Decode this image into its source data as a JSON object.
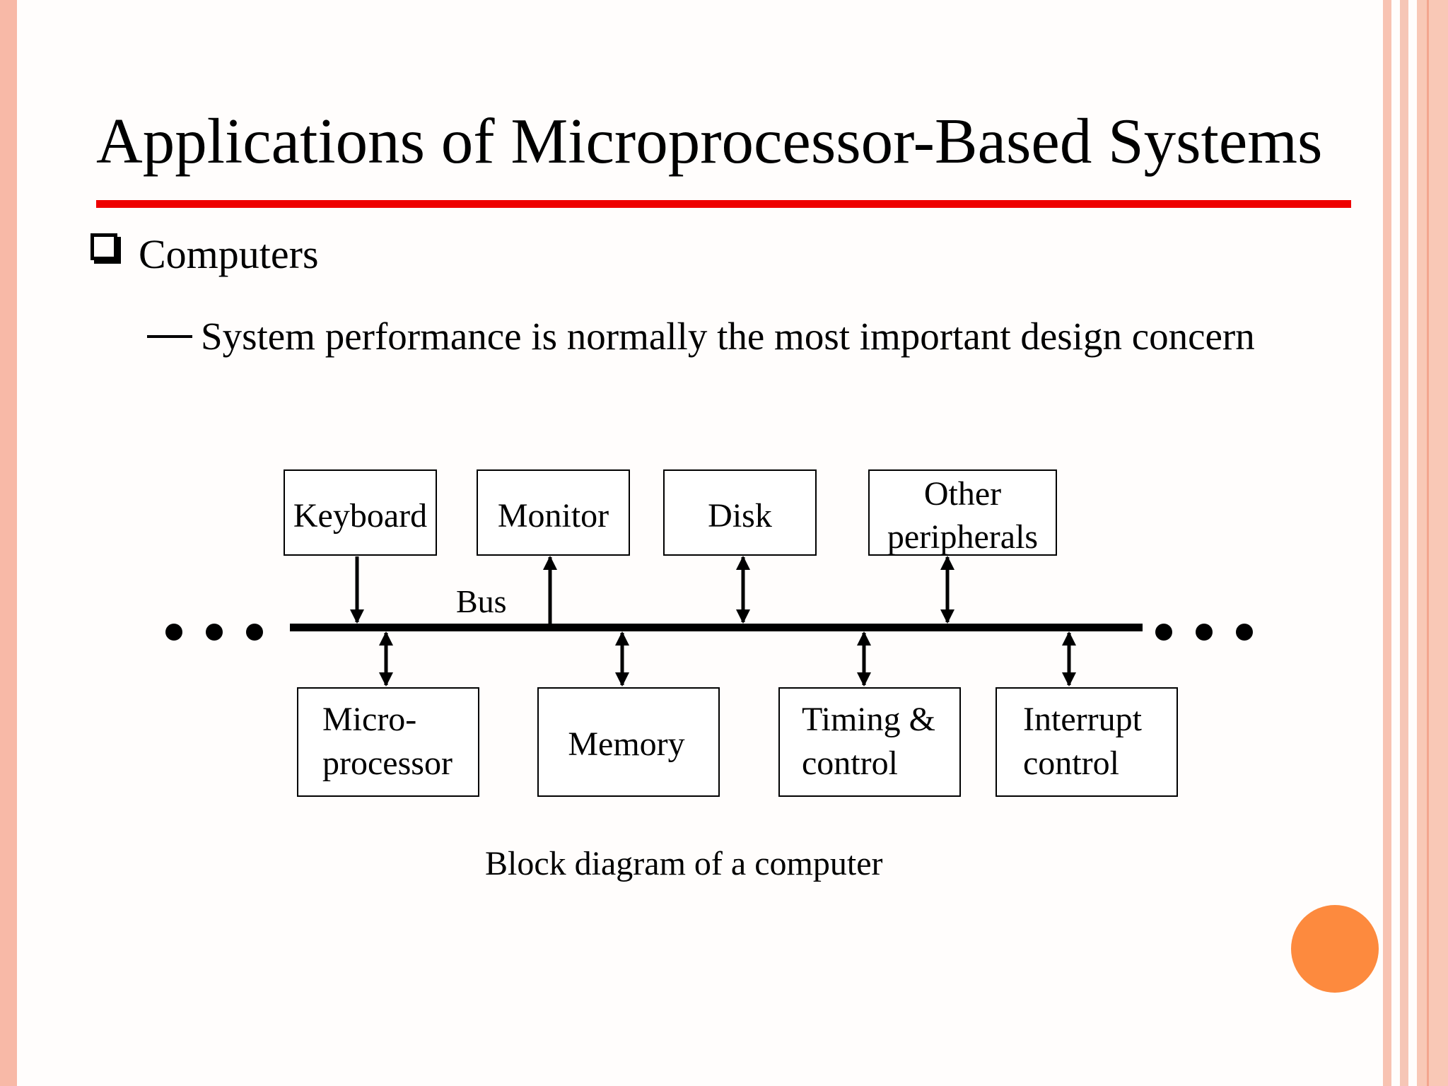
{
  "slide": {
    "title": "Applications of Microprocessor-Based Systems",
    "bullet": "Computers",
    "sub_bullet": "System performance is normally the most important design concern"
  },
  "diagram": {
    "bus_label": "Bus",
    "top_blocks": [
      {
        "lines": [
          "Keyboard"
        ],
        "connector": "to-bus"
      },
      {
        "lines": [
          "Monitor"
        ],
        "connector": "from-bus"
      },
      {
        "lines": [
          "Disk"
        ],
        "connector": "bidirectional"
      },
      {
        "lines": [
          "Other",
          "peripherals"
        ],
        "connector": "bidirectional"
      }
    ],
    "bottom_blocks": [
      {
        "lines": [
          "Micro-",
          "processor"
        ],
        "connector": "bidirectional"
      },
      {
        "lines": [
          "Memory"
        ],
        "connector": "bidirectional"
      },
      {
        "lines": [
          "Timing &",
          "control"
        ],
        "connector": "bidirectional"
      },
      {
        "lines": [
          "Interrupt",
          "control"
        ],
        "connector": "bidirectional"
      }
    ],
    "caption": "Block diagram of a computer"
  },
  "colors": {
    "title_rule": "#ee0000",
    "accent_dot": "#fd8a3e",
    "border": "#f8b9a7"
  }
}
